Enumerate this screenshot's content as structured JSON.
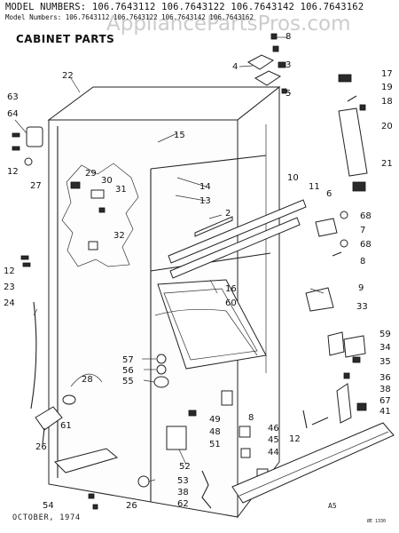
{
  "header": {
    "model_numbers_top": "MODEL NUMBERS: 106.7643112 106.7643122 106.7643142 106.7643162",
    "model_numbers_sub": "Model Numbers: 106.7643112 106.7643122 106.7643142 106.7643162",
    "section_title": "CABINET PARTS"
  },
  "watermark": "AppliancePartsPros.com",
  "footer": {
    "date": "OCTOBER, 1974",
    "figure_id": "A5",
    "ref_code": "ØE 1330"
  },
  "callouts": {
    "c1": "22",
    "c2": "63",
    "c3": "64",
    "c4": "12",
    "c5": "27",
    "c6": "15",
    "c7": "8",
    "c8": "4",
    "c9": "3",
    "c10": "5",
    "c11": "17",
    "c12": "19",
    "c13": "18",
    "c14": "20",
    "c15": "21",
    "c16": "29",
    "c17": "30",
    "c18": "31",
    "c19": "14",
    "c20": "13",
    "c21": "2",
    "c22": "10",
    "c23": "11",
    "c24": "6",
    "c25": "68",
    "c26": "7",
    "c27": "68",
    "c28": "8",
    "c29": "32",
    "c30": "12",
    "c31": "23",
    "c32": "24",
    "c33": "16",
    "c34": "60",
    "c35": "9",
    "c36": "33",
    "c37": "59",
    "c38": "34",
    "c39": "35",
    "c40": "36",
    "c41": "57",
    "c42": "56",
    "c43": "55",
    "c44": "28",
    "c45": "38",
    "c46": "67",
    "c47": "41",
    "c48": "49",
    "c49": "48",
    "c50": "51",
    "c51": "8",
    "c52": "46",
    "c53": "45",
    "c54": "44",
    "c55": "12",
    "c56": "61",
    "c57": "26",
    "c58": "52",
    "c59": "53",
    "c60": "38",
    "c61": "62",
    "c62": "54",
    "c63": "26"
  }
}
